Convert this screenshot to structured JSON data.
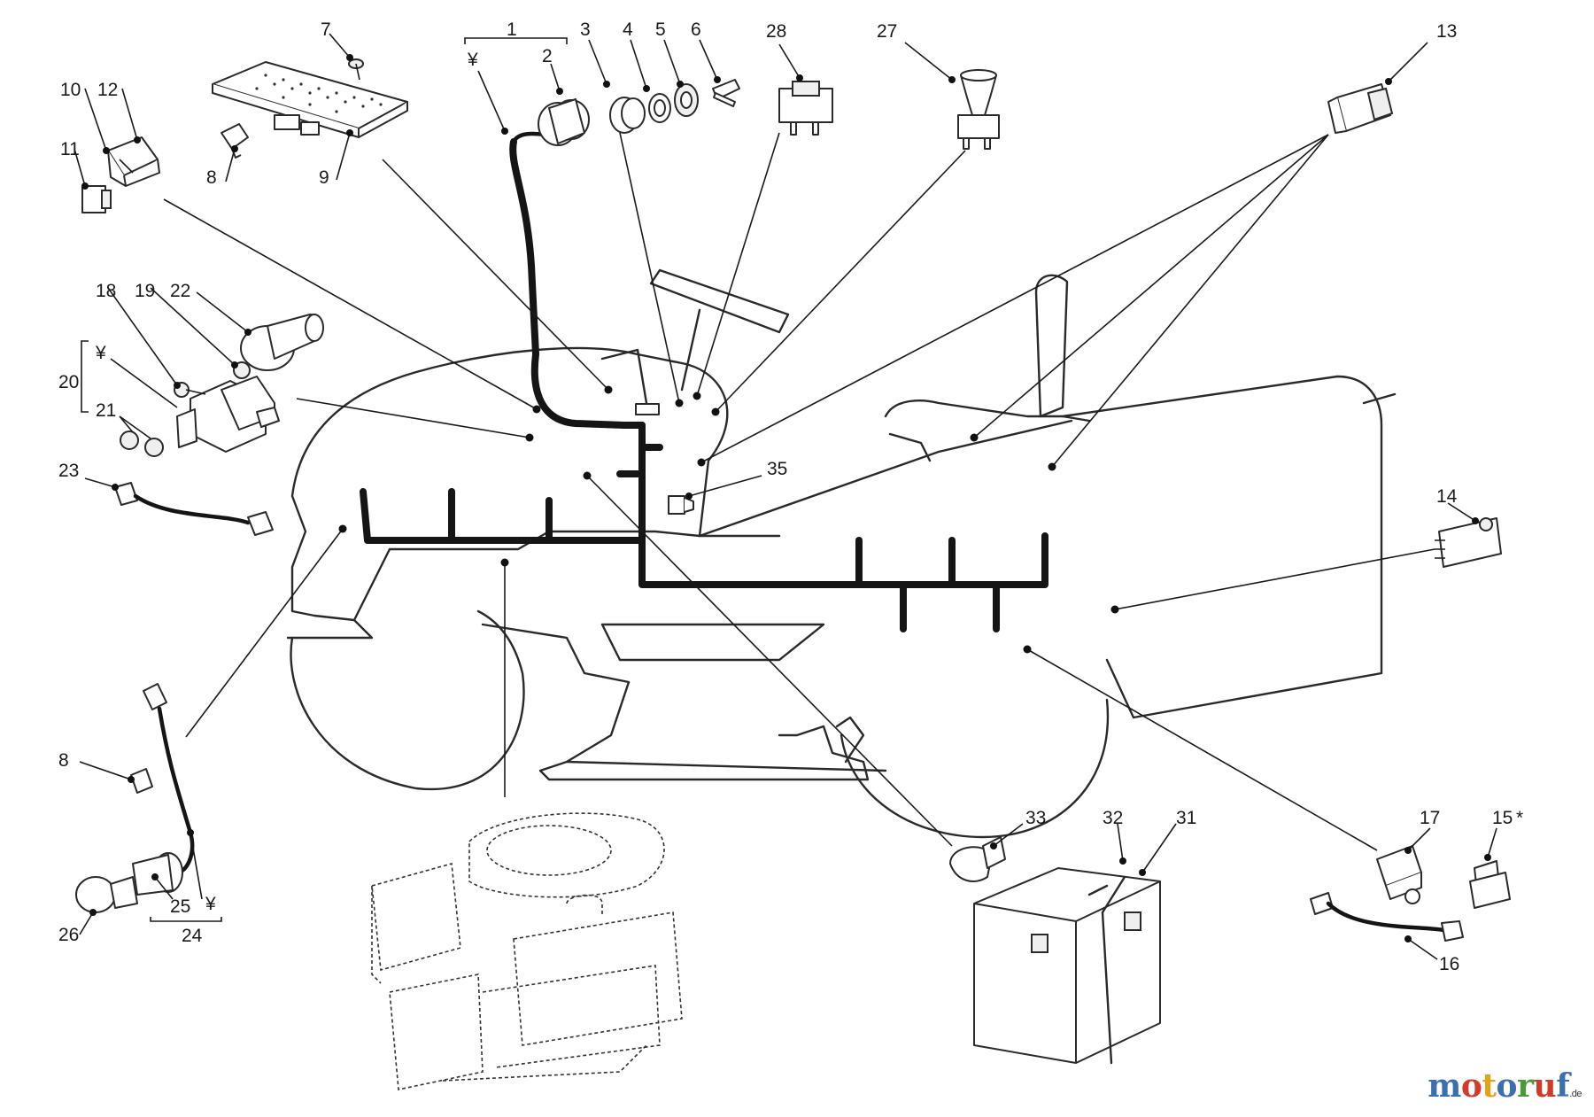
{
  "diagram": {
    "callouts": [
      {
        "id": "c1",
        "label": "1"
      },
      {
        "id": "c2",
        "label": "2"
      },
      {
        "id": "c3",
        "label": "3"
      },
      {
        "id": "c4",
        "label": "4"
      },
      {
        "id": "c5",
        "label": "5"
      },
      {
        "id": "c6",
        "label": "6"
      },
      {
        "id": "c7",
        "label": "7"
      },
      {
        "id": "c8a",
        "label": "8"
      },
      {
        "id": "c8b",
        "label": "8"
      },
      {
        "id": "c9",
        "label": "9"
      },
      {
        "id": "c10",
        "label": "10"
      },
      {
        "id": "c11",
        "label": "11"
      },
      {
        "id": "c12",
        "label": "12"
      },
      {
        "id": "c13",
        "label": "13"
      },
      {
        "id": "c14",
        "label": "14"
      },
      {
        "id": "c15",
        "label": "15"
      },
      {
        "id": "c16",
        "label": "16"
      },
      {
        "id": "c17",
        "label": "17"
      },
      {
        "id": "c18",
        "label": "18"
      },
      {
        "id": "c19",
        "label": "19"
      },
      {
        "id": "c20",
        "label": "20"
      },
      {
        "id": "c21",
        "label": "21"
      },
      {
        "id": "c22",
        "label": "22"
      },
      {
        "id": "c23",
        "label": "23"
      },
      {
        "id": "c24",
        "label": "24"
      },
      {
        "id": "c25",
        "label": "25"
      },
      {
        "id": "c26",
        "label": "26"
      },
      {
        "id": "c27",
        "label": "27"
      },
      {
        "id": "c28",
        "label": "28"
      },
      {
        "id": "c31",
        "label": "31"
      },
      {
        "id": "c32",
        "label": "32"
      },
      {
        "id": "c33",
        "label": "33"
      },
      {
        "id": "c35",
        "label": "35"
      }
    ],
    "marks": {
      "yen": "¥",
      "asterisk": "*"
    }
  },
  "watermark": {
    "letters": [
      {
        "char": "m",
        "color": "#3a6fb0"
      },
      {
        "char": "o",
        "color": "#d23a2a"
      },
      {
        "char": "t",
        "color": "#e3a21a"
      },
      {
        "char": "o",
        "color": "#3a6fb0"
      },
      {
        "char": "r",
        "color": "#4b9a3a"
      },
      {
        "char": "u",
        "color": "#d23a2a"
      },
      {
        "char": "f",
        "color": "#3a6fb0"
      }
    ],
    "suffix": ".de"
  }
}
